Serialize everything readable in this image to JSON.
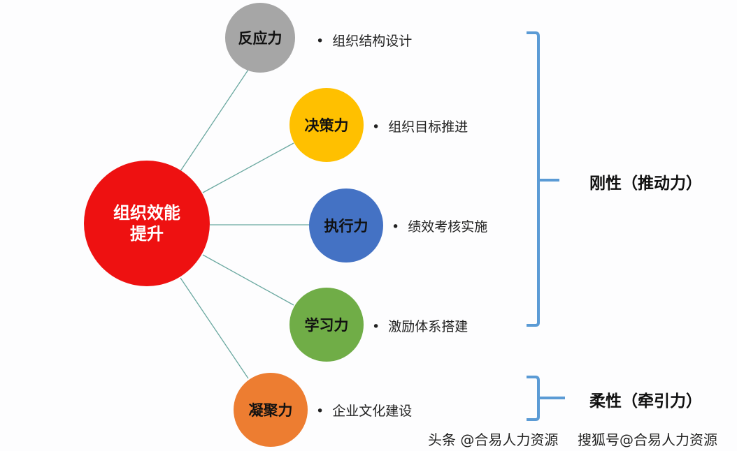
{
  "center": {
    "label": "组织效能提升",
    "color": "#ee1111"
  },
  "nodes": [
    {
      "label": "反应力",
      "item": "组织结构设计",
      "color": "#a6a6a6"
    },
    {
      "label": "决策力",
      "item": "组织目标推进",
      "color": "#ffc000"
    },
    {
      "label": "执行力",
      "item": "绩效考核实施",
      "color": "#4472c4"
    },
    {
      "label": "学习力",
      "item": "激励体系搭建",
      "color": "#70ad47"
    },
    {
      "label": "凝聚力",
      "item": "企业文化建设",
      "color": "#ed7d31"
    }
  ],
  "groups": [
    {
      "label": "刚性（推动力）"
    },
    {
      "label": "柔性（牵引力）"
    }
  ],
  "bracket_color": "#5b9bd5",
  "watermarks": [
    "头条 @合易人力资源",
    "搜狐号@合易人力资源"
  ]
}
